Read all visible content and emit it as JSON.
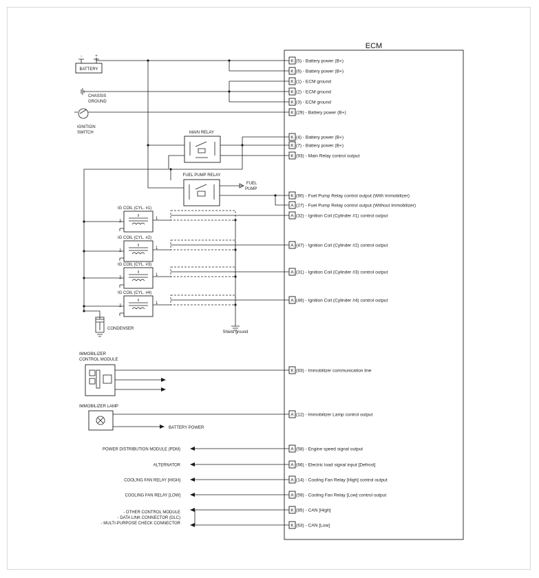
{
  "ecm": {
    "title": "ECM",
    "pins": [
      {
        "pin": "K",
        "text": "(5) - Battery power (B+)"
      },
      {
        "pin": "K",
        "text": "(6) - Battery power (B+)"
      },
      {
        "pin": "K",
        "text": "(1) - ECM ground"
      },
      {
        "pin": "K",
        "text": "(2) - ECM ground"
      },
      {
        "pin": "K",
        "text": "(3) - ECM ground"
      },
      {
        "pin": "K",
        "text": "(29) - Battery power (B+)"
      },
      {
        "pin": "K",
        "text": "(4) - Battery power (B+)"
      },
      {
        "pin": "K",
        "text": "(7) - Battery power (B+)"
      },
      {
        "pin": "K",
        "text": "(93) - Main Relay control output"
      },
      {
        "pin": "K",
        "text": "(90) - Fuel Pump Relay control output (With Immobilizer)"
      },
      {
        "pin": "A",
        "text": "(27) - Fuel Pump Relay control output (Without Immobilizer)"
      },
      {
        "pin": "A",
        "text": "(32) - Ignition Coil (Cylinder #1) control output"
      },
      {
        "pin": "A",
        "text": "(47) - Ignition Coil (Cylinder #2) control output"
      },
      {
        "pin": "A",
        "text": "(31) - Ignition Coil (Cylinder #3) control output"
      },
      {
        "pin": "A",
        "text": "(46) - Ignition Coil (Cylinder #4) control output"
      },
      {
        "pin": "K",
        "text": "(83) - Immobilizer communication line"
      },
      {
        "pin": "A",
        "text": "(12) - Immobilizer Lamp control output"
      },
      {
        "pin": "A",
        "text": "(58) - Engine speed signal output"
      },
      {
        "pin": "A",
        "text": "(66) - Electric load signal input [Defrost]"
      },
      {
        "pin": "A",
        "text": "(14) - Cooling Fan Relay [High] control output"
      },
      {
        "pin": "A",
        "text": "(59) - Cooling Fan Relay [Low] control output"
      },
      {
        "pin": "K",
        "text": "(85) - CAN [High]"
      },
      {
        "pin": "K",
        "text": "(63) - CAN [Low]"
      }
    ]
  },
  "components": {
    "battery": "BATTERY",
    "battery_minus": "-",
    "battery_plus": "+",
    "chassis_ground_1": "CHASSIS",
    "chassis_ground_2": "GROUND",
    "ignition_switch_1": "IGNITION",
    "ignition_switch_2": "SWITCH",
    "main_relay": "MAIN RELAY",
    "fuel_pump_relay": "FUEL PUMP RELAY",
    "fuel_pump_1": "FUEL",
    "fuel_pump_2": "PUMP",
    "ig_coils": [
      "IG COIL (CYL. #1)",
      "IG COIL (CYL. #2)",
      "IG COIL (CYL. #3)",
      "IG COIL (CYL. #4)"
    ],
    "coil_pin_2": "2",
    "coil_pin_1": "1",
    "condenser": "CONDENSER",
    "shield_ground": "Shield ground",
    "immobilizer_1": "IMMOBILIZER",
    "immobilizer_2": "CONTROL MODULE",
    "immobilizer_lamp": "IMMOBILIZER LAMP",
    "battery_power": "BATTERY POWER",
    "pdm": "POWER DISTRIBUTION MODULE (PDM)",
    "alternator": "ALTERNATOR",
    "fan_high": "COOLING FAN RELAY [HIGH]",
    "fan_low": "COOLING FAN RELAY [LOW]",
    "can_1": "- OTHER CONTROL MODULE",
    "can_2": "- DATA LINK CONNECTOR (DLC)",
    "can_3": "- MULTI-PURPOSE CHECK CONNECTOR"
  }
}
